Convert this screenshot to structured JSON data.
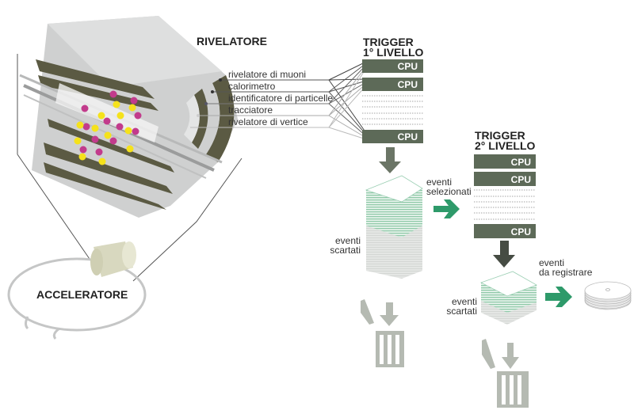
{
  "detector": {
    "title": "RIVELATORE",
    "layers": [
      {
        "label": "rivelatore di muoni"
      },
      {
        "label": "calorimetro"
      },
      {
        "label": "identificatore di particelle"
      },
      {
        "label": "tracciatore"
      },
      {
        "label": "rivelatore di vertice"
      }
    ]
  },
  "accelerator": {
    "title": "ACCELERATORE"
  },
  "trigger1": {
    "title_line1": "TRIGGER",
    "title_line2": "1° LIVELLO",
    "cpus": [
      "CPU",
      "CPU",
      "CPU"
    ]
  },
  "trigger2": {
    "title_line1": "TRIGGER",
    "title_line2": "2° LIVELLO",
    "cpus": [
      "CPU",
      "CPU",
      "CPU"
    ]
  },
  "flow": {
    "selected_line1": "eventi",
    "selected_line2": "selezionati",
    "discarded1_line1": "eventi",
    "discarded1_line2": "scartati",
    "discarded2_line1": "eventi",
    "discarded2_line2": "scartati",
    "record_line1": "eventi",
    "record_line2": "da registrare"
  },
  "colors": {
    "olive": "#5d6a58",
    "layer_dark": "#5b5a43",
    "layer_grey": "#c8c9c9",
    "green_arrow": "#2e9a6a",
    "stack_green": "#a8d7be",
    "magenta": "#c23b8c",
    "yellow": "#f5e21b",
    "trash_grey": "#b5bab2"
  }
}
